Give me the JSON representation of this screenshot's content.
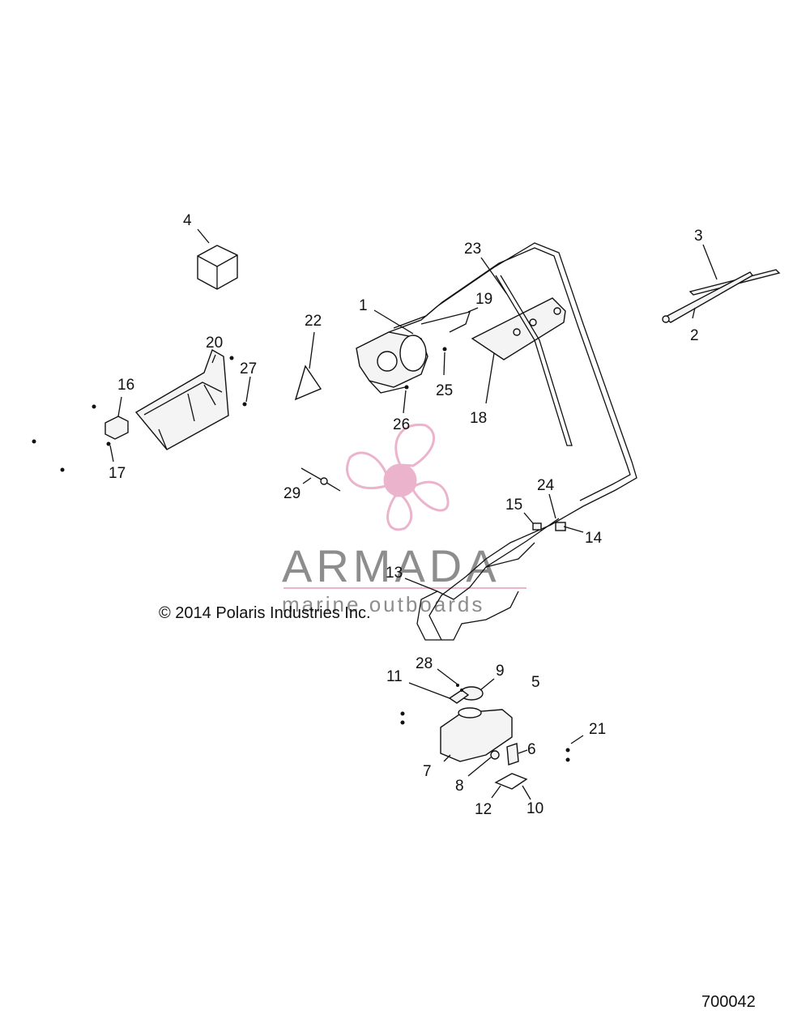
{
  "diagram": {
    "callouts": [
      "1",
      "2",
      "3",
      "4",
      "5",
      "6",
      "7",
      "8",
      "9",
      "10",
      "11",
      "12",
      "13",
      "14",
      "15",
      "16",
      "17",
      "18",
      "19",
      "20",
      "21",
      "22",
      "23",
      "24",
      "25",
      "26",
      "27",
      "28",
      "29"
    ],
    "copyright": "© 2014 Polaris Industries Inc.",
    "drawing_number": "700042"
  },
  "watermark": {
    "brand": "ARMADA",
    "tagline": "marine outboards",
    "icon": "propeller-logo",
    "colors": {
      "logo": "#e9a6c4",
      "text": "#7a7a7a"
    }
  }
}
